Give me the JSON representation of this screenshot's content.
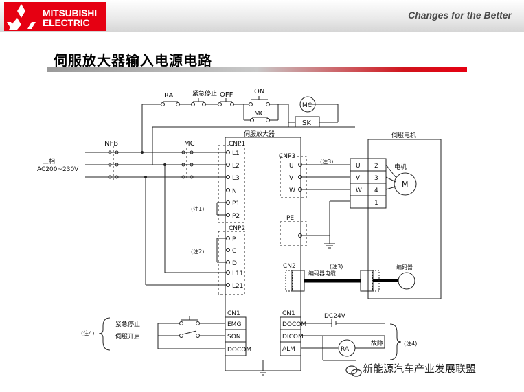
{
  "header": {
    "brand_line1": "MITSUBISHI",
    "brand_line2": "ELECTRIC",
    "tagline": "Changes for the Better",
    "brand_color": "#e60012"
  },
  "page": {
    "title": "伺服放大器输入电源电路"
  },
  "diagram": {
    "supply_phase": "三相",
    "supply_voltage": "AC200~230V",
    "nfb": "NFB",
    "mc": "MC",
    "ra": "RA",
    "emergency_stop": "紧急停止",
    "off": "OFF",
    "on": "ON",
    "mc_coil": "MC",
    "mc_hold": "MC",
    "sk": "SK",
    "amplifier": "伺服放大器",
    "servo_motor": "伺服电机",
    "cnp1": "CNP1",
    "cnp1_pins": [
      "L1",
      "L2",
      "L3",
      "N",
      "P1",
      "P2"
    ],
    "cnp2": "CNP2",
    "cnp2_pins": [
      "P",
      "C",
      "D",
      "L11",
      "L21"
    ],
    "cnp3": "CNP3",
    "cnp3_pins": [
      "U",
      "V",
      "W"
    ],
    "motor_pins": [
      "U",
      "V",
      "W",
      ""
    ],
    "motor_pin_numbers": [
      "2",
      "3",
      "4",
      "1"
    ],
    "motor_label": "电机",
    "motor_symbol": "M",
    "pe": "PE",
    "cn2": "CN2",
    "note1": "(注1)",
    "note2": "(注2)",
    "note3a": "(注3)",
    "note3b": "(注3)",
    "note4_left": "(注4)",
    "note4_right": "(注4)",
    "encoder_cable": "编码器电缆",
    "encoder": "编码器",
    "cn1_left": "CN1",
    "cn1_left_pins": [
      "EMG",
      "SON",
      "DOCOM"
    ],
    "cn1_right": "CN1",
    "cn1_right_pins": [
      "DOCOM",
      "DICOM",
      "ALM"
    ],
    "emg_label": "紧急停止",
    "son_label": "伺服开启",
    "dc24v": "DC24V",
    "ra_coil": "RA",
    "fault": "故障"
  },
  "watermark": {
    "text": "新能源汽车产业发展联盟",
    "icon": "wechat-icon"
  }
}
